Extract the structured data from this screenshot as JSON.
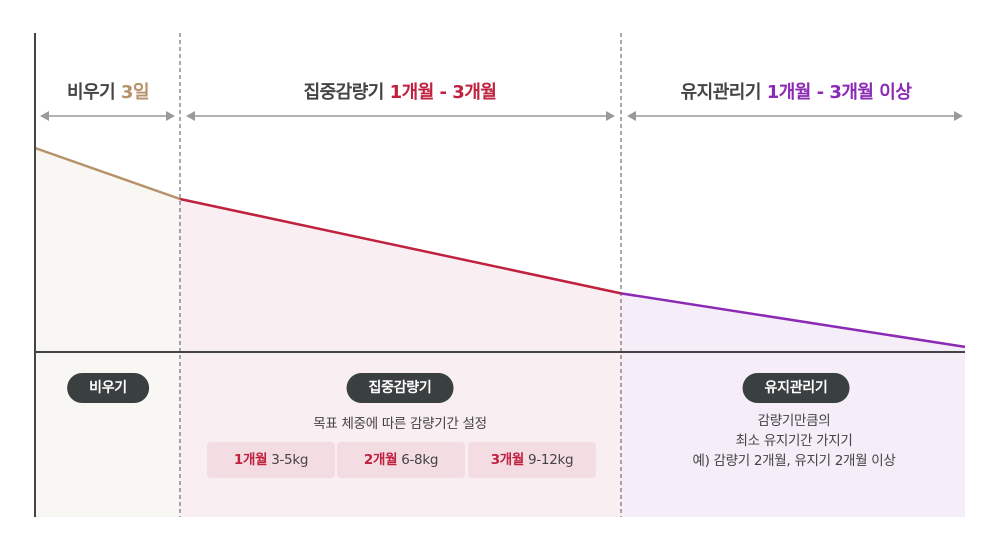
{
  "colors": {
    "empty": "#b6926a",
    "intensive": "#c0213f",
    "maintain": "#8b2bb5",
    "pill_bg": "#3a3f40",
    "empty_fill": "#f9f7f3",
    "intensive_fill": "#f9eef2",
    "maintain_fill": "#f5eef9"
  },
  "phases": {
    "empty": {
      "title_main": "비우기 ",
      "title_accent": "3일",
      "pill": "비우기"
    },
    "intensive": {
      "title_main": "집중감량기 ",
      "title_accent": "1개월 - 3개월",
      "pill": "집중감량기",
      "description": "목표 체중에 따른 감량기간 설정",
      "plans": [
        {
          "period": "1개월",
          "amount": " 3-5kg"
        },
        {
          "period": "2개월",
          "amount": " 6-8kg"
        },
        {
          "period": "3개월",
          "amount": " 9-12kg"
        }
      ]
    },
    "maintain": {
      "title_main": "유지관리기 ",
      "title_accent": "1개월 - 3개월 이상",
      "pill": "유지관리기",
      "description_lines": [
        "감량기만큼의",
        "최소 유지기간 가지기",
        "예) 감량기 2개월, 유지기 2개월 이상"
      ]
    }
  },
  "weight_curve": {
    "relative_level_at_phase_boundaries": [
      1.0,
      0.8,
      0.43,
      0.22
    ]
  }
}
